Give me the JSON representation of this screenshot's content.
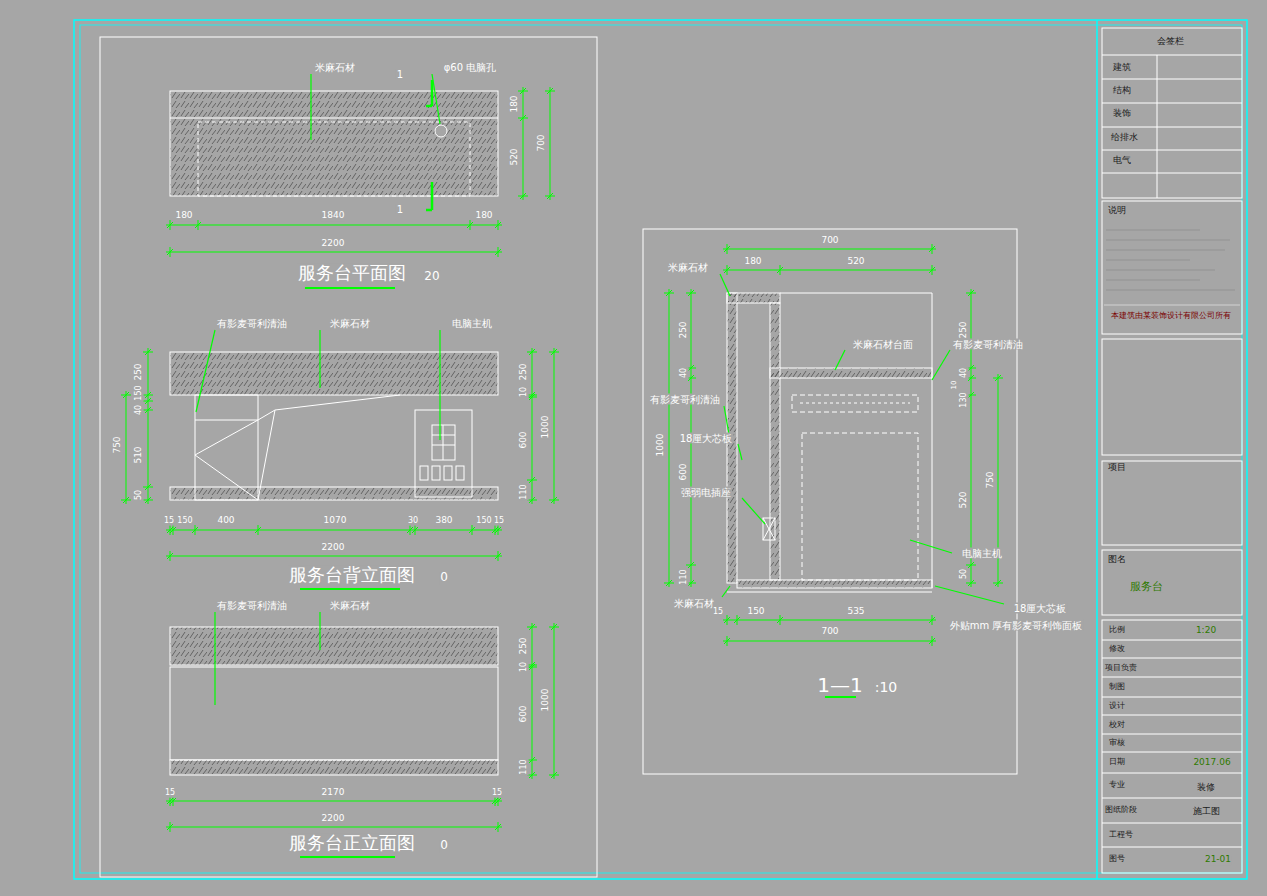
{
  "diagram": {
    "labels": [
      "米麻石材",
      "1",
      "φ60 电脑孔",
      "180",
      "520",
      "700",
      "1",
      "180",
      "1840",
      "180",
      "2200",
      "服务台平面图",
      "20",
      "有影麦哥利清油",
      "米麻石材",
      "电脑主机",
      "250",
      "150",
      "40",
      "750",
      "510",
      "50",
      "250",
      "10",
      "600",
      "110",
      "1000",
      "15",
      "150",
      "400",
      "1070",
      "30",
      "380",
      "150",
      "15",
      "2200",
      "服务台背立面图",
      "0",
      "有影麦哥利清油",
      "米麻石材",
      "250",
      "10",
      "600",
      "110",
      "1000",
      "15",
      "2170",
      "15",
      "2200",
      "服务台正立面图",
      "0",
      "700",
      "180",
      "520",
      "米麻石材",
      "250",
      "40",
      "1000",
      "有影麦哥利清油",
      "600",
      "18厘大芯板",
      "强弱电插座",
      "110",
      "米麻石材",
      "米麻石材台面",
      "有影麦哥利清油",
      "250",
      "40",
      "10",
      "130",
      "750",
      "520",
      "50",
      "电脑主机",
      "15",
      "150",
      "535",
      "700",
      "18厘大芯板",
      "外贴mm 厚有影麦哥利饰面板",
      "1—1",
      ":10",
      "会签栏",
      "建筑",
      "结构",
      "装饰",
      "给排水",
      "电气",
      "说明",
      "本建筑由某装饰设计有限公司所有",
      "项目",
      "图名",
      "服务台",
      "比例",
      "1:20",
      "修改",
      "项目负责",
      "制图",
      "设计",
      "校对",
      "审核",
      "日期",
      "2017.06",
      "专业",
      "装修",
      "图纸阶段",
      "施工图",
      "工程号",
      "图号",
      "21-01"
    ]
  }
}
